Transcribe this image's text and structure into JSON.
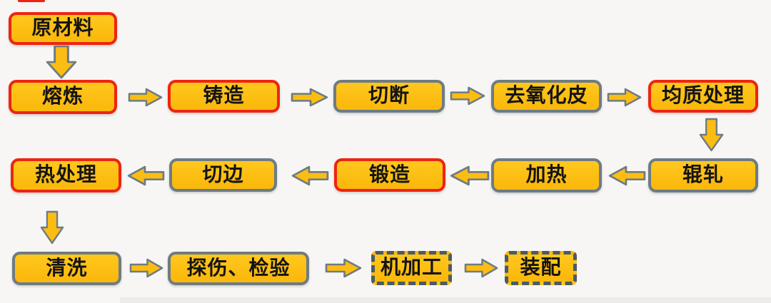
{
  "colors": {
    "background": "#f7f6f4",
    "box_fill": "#fbb90d",
    "box_fill_light": "#ffc81e",
    "red_border": "#ee2410",
    "gray_border": "#6d7b84",
    "dashed_border": "#4d5a66",
    "arrow_fill": "#fcbd12",
    "arrow_outline": "#6d7b84",
    "text": "#141414"
  },
  "flowchart": {
    "type": "process-flow-diagram",
    "nodes": [
      {
        "id": "raw-material",
        "label": "原材料",
        "style": "red-solid"
      },
      {
        "id": "smelting",
        "label": "熔炼",
        "style": "red-solid"
      },
      {
        "id": "casting",
        "label": "铸造",
        "style": "red-solid"
      },
      {
        "id": "cutting",
        "label": "切断",
        "style": "gray-solid"
      },
      {
        "id": "descaling",
        "label": "去氧化皮",
        "style": "gray-solid"
      },
      {
        "id": "homogenizing",
        "label": "均质处理",
        "style": "red-solid"
      },
      {
        "id": "rolling",
        "label": "辊轧",
        "style": "gray-solid"
      },
      {
        "id": "heating",
        "label": "加热",
        "style": "gray-solid"
      },
      {
        "id": "forging",
        "label": "锻造",
        "style": "red-solid"
      },
      {
        "id": "trimming",
        "label": "切边",
        "style": "gray-solid"
      },
      {
        "id": "heat-treatment",
        "label": "热处理",
        "style": "red-solid"
      },
      {
        "id": "cleaning",
        "label": "清洗",
        "style": "gray-solid"
      },
      {
        "id": "inspection",
        "label": "探伤、检验",
        "style": "gray-solid"
      },
      {
        "id": "machining",
        "label": "机加工",
        "style": "dashed"
      },
      {
        "id": "assembly",
        "label": "装配",
        "style": "dashed"
      }
    ],
    "edges": [
      {
        "from": "raw-material",
        "to": "smelting",
        "direction": "down"
      },
      {
        "from": "smelting",
        "to": "casting",
        "direction": "right"
      },
      {
        "from": "casting",
        "to": "cutting",
        "direction": "right"
      },
      {
        "from": "cutting",
        "to": "descaling",
        "direction": "right"
      },
      {
        "from": "descaling",
        "to": "homogenizing",
        "direction": "right"
      },
      {
        "from": "homogenizing",
        "to": "rolling",
        "direction": "down"
      },
      {
        "from": "rolling",
        "to": "heating",
        "direction": "left"
      },
      {
        "from": "heating",
        "to": "forging",
        "direction": "left"
      },
      {
        "from": "forging",
        "to": "trimming",
        "direction": "left"
      },
      {
        "from": "trimming",
        "to": "heat-treatment",
        "direction": "left"
      },
      {
        "from": "heat-treatment",
        "to": "cleaning",
        "direction": "down"
      },
      {
        "from": "cleaning",
        "to": "inspection",
        "direction": "right"
      },
      {
        "from": "inspection",
        "to": "machining",
        "direction": "right"
      },
      {
        "from": "machining",
        "to": "assembly",
        "direction": "right"
      }
    ]
  }
}
